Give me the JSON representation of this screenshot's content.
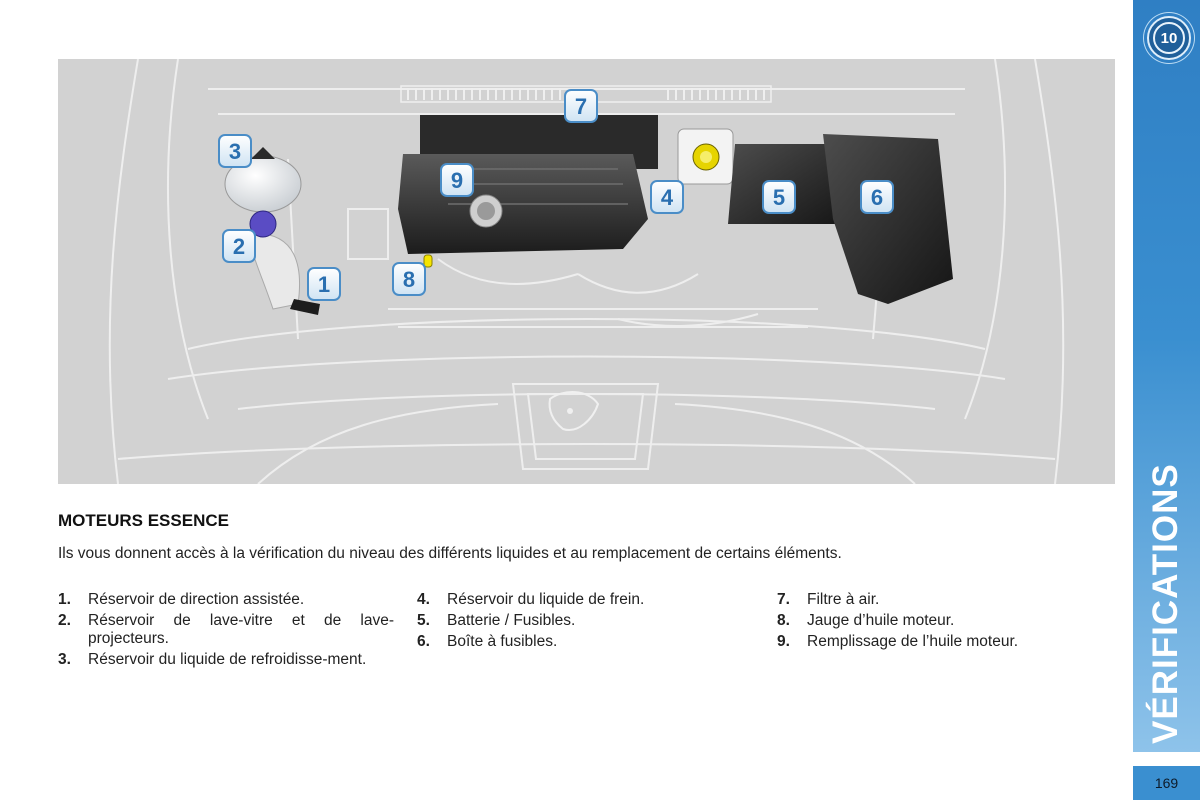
{
  "sidebar": {
    "chapter_number": "10",
    "vertical_title": "VÉRIFICATIONS",
    "page_number": "169",
    "accent_color": "#2f7fc4"
  },
  "figure": {
    "callouts": [
      {
        "label": "1",
        "name": "reservoir-direction-assistee"
      },
      {
        "label": "2",
        "name": "reservoir-lave-vitre"
      },
      {
        "label": "3",
        "name": "reservoir-refroidissement"
      },
      {
        "label": "4",
        "name": "reservoir-liquide-frein"
      },
      {
        "label": "5",
        "name": "batterie-fusibles"
      },
      {
        "label": "6",
        "name": "boite-fusibles"
      },
      {
        "label": "7",
        "name": "filtre-air"
      },
      {
        "label": "8",
        "name": "jauge-huile"
      },
      {
        "label": "9",
        "name": "remplissage-huile"
      }
    ]
  },
  "content": {
    "title": "MOTEURS ESSENCE",
    "intro": "Ils vous donnent accès à la vérification du niveau des différents liquides et au remplacement de certains éléments.",
    "columns": [
      [
        {
          "num": "1.",
          "text": "Réservoir de direction assistée."
        },
        {
          "num": "2.",
          "text": "Réservoir de lave-vitre et de lave-projecteurs."
        },
        {
          "num": "3.",
          "text": "Réservoir du liquide de refroidisse-ment."
        }
      ],
      [
        {
          "num": "4.",
          "text": "Réservoir du liquide de frein."
        },
        {
          "num": "5.",
          "text": "Batterie / Fusibles."
        },
        {
          "num": "6.",
          "text": "Boîte à fusibles."
        }
      ],
      [
        {
          "num": "7.",
          "text": "Filtre à air."
        },
        {
          "num": "8.",
          "text": "Jauge d’huile moteur."
        },
        {
          "num": "9.",
          "text": "Remplissage de l’huile moteur."
        }
      ]
    ]
  }
}
